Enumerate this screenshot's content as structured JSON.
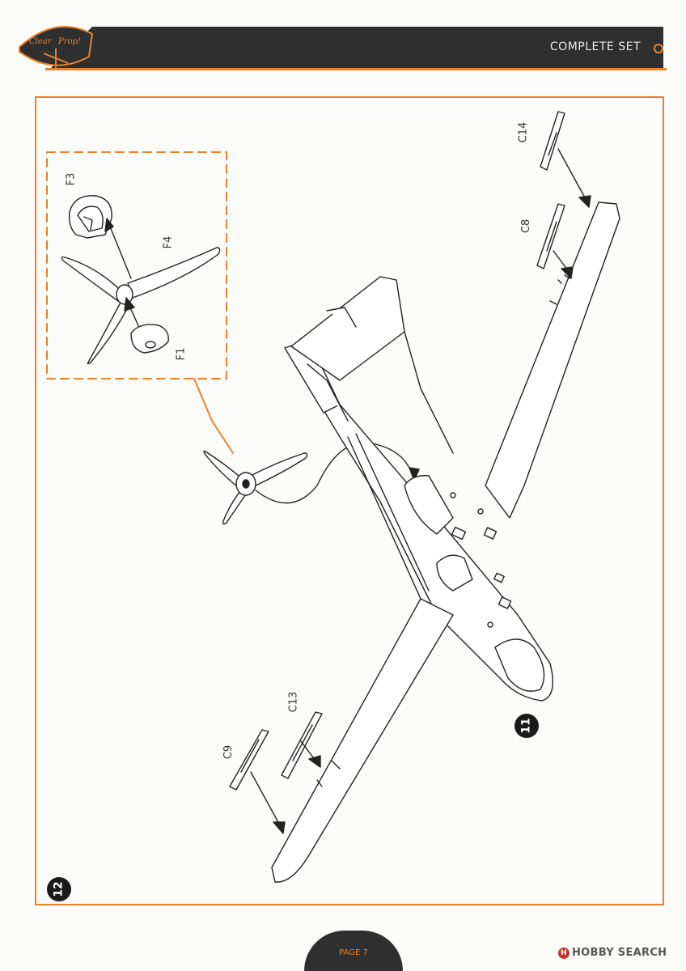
{
  "header": {
    "title": "COMPLETE SET",
    "logo_text_left": "Clear",
    "logo_text_right": "Prop!"
  },
  "steps": {
    "step_a": "11",
    "step_b": "12"
  },
  "parts": {
    "f1": "F1",
    "f3": "F3",
    "f4": "F4",
    "c8": "C8",
    "c9": "C9",
    "c13": "C13",
    "c14": "C14"
  },
  "footer": {
    "page": "PAGE 7"
  },
  "watermark": {
    "text": "HOBBY SEARCH"
  },
  "colors": {
    "accent": "#e8822c",
    "header_bg": "#2f2f2f"
  }
}
